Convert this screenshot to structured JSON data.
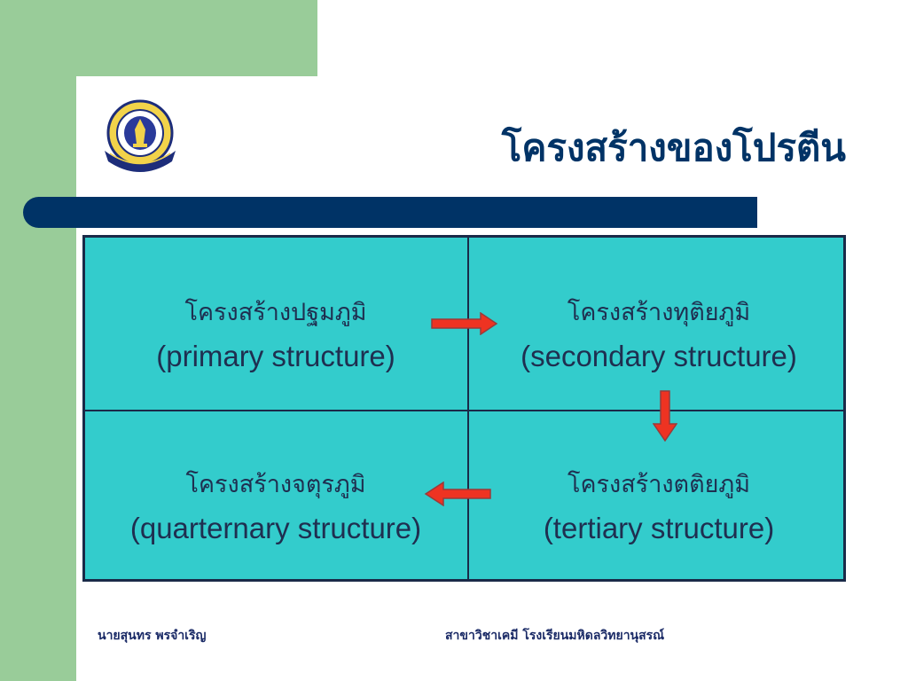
{
  "slide": {
    "title": "โครงสร้างของโปรตีน",
    "cells": [
      {
        "thai": "โครงสร้างปฐมภูมิ",
        "english": "(primary structure)"
      },
      {
        "thai": "โครงสร้างทุติยภูมิ",
        "english": "(secondary structure)"
      },
      {
        "thai": "โครงสร้างจตุรภูมิ",
        "english": "(quarternary structure)"
      },
      {
        "thai": "โครงสร้างตติยภูมิ",
        "english": "(tertiary structure)"
      }
    ],
    "footer": {
      "author": "นายสุนทร  พรจำเริญ",
      "department": "สาขาวิชาเคมี โรงเรียนมหิดลวิทยานุสรณ์"
    }
  },
  "colors": {
    "green": "#99cc99",
    "navy": "#003366",
    "teal": "#33cccc",
    "arrow_red": "#ee3322"
  },
  "icons": [
    "school-logo-icon",
    "arrow-right-icon",
    "arrow-down-icon",
    "arrow-left-icon"
  ]
}
